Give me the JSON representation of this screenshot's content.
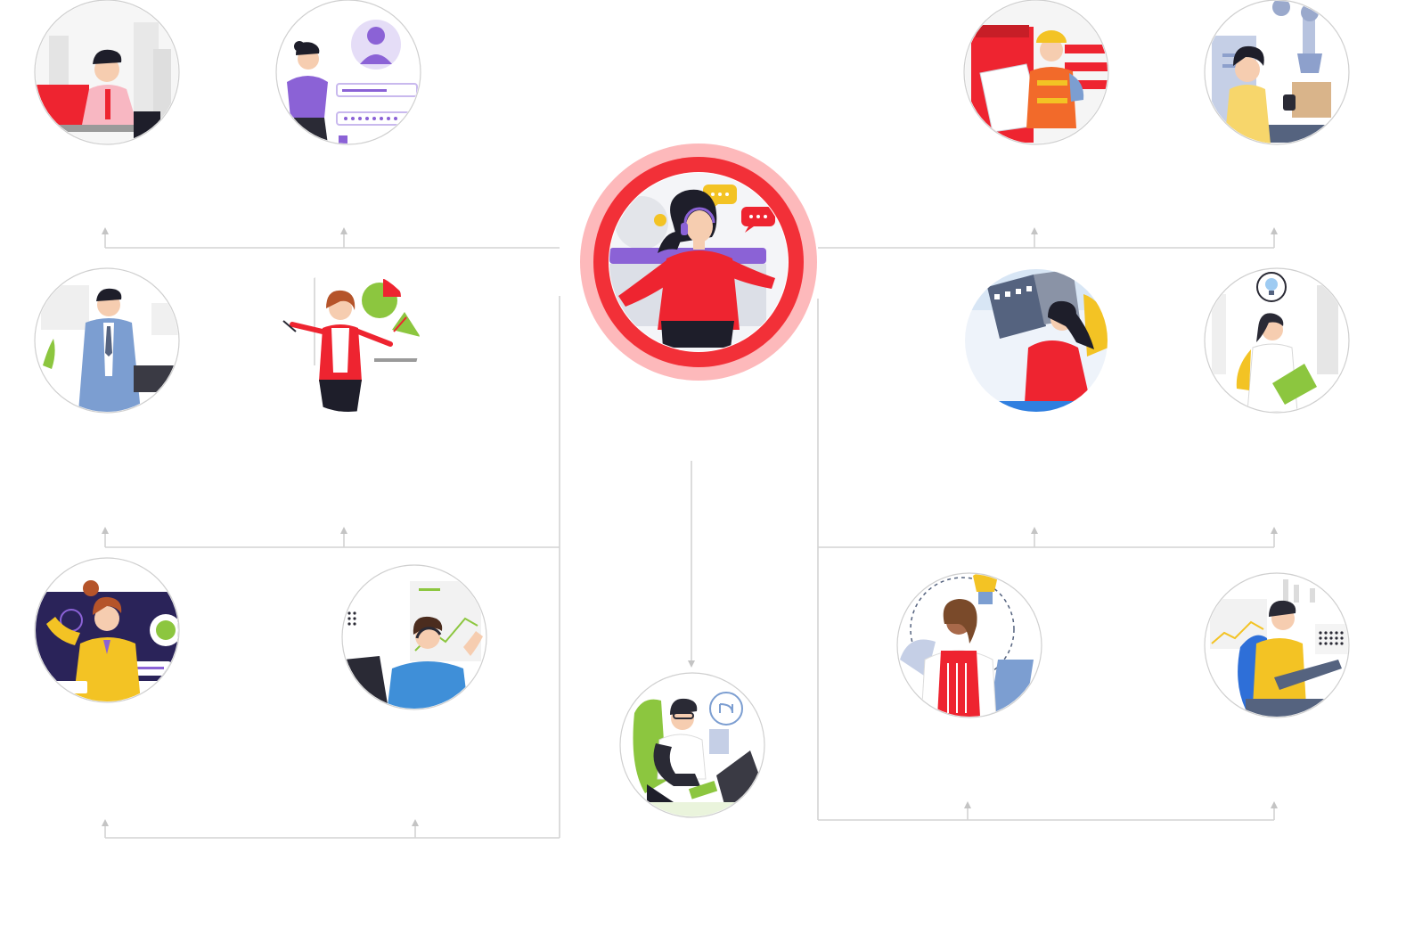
{
  "colors": {
    "connector": "#d4d4d4",
    "hub_ring_outer": "#fdb9bb",
    "hub_ring_inner": "#f23038",
    "accent_red": "#ee2430",
    "accent_purple": "#8b62d6",
    "accent_yellow": "#f3c324",
    "accent_green": "#8cc63f",
    "accent_blue": "#3f8fd8",
    "skin": "#f6cdb0",
    "hair": "#1e1e2a"
  },
  "hub": {
    "icon": "customer-support-agent-headset-icon"
  },
  "nodes": [
    {
      "id": "office-worker-desk",
      "icon": "office-worker-at-desk-icon"
    },
    {
      "id": "profile-form",
      "icon": "user-profile-form-icon"
    },
    {
      "id": "construction-worker",
      "icon": "construction-worker-blueprint-icon"
    },
    {
      "id": "warehouse-robot-arm",
      "icon": "warehouse-robotic-arm-icon"
    },
    {
      "id": "businessman-phone",
      "icon": "businessman-on-phone-icon"
    },
    {
      "id": "presenter-pie-chart",
      "icon": "presenter-pie-chart-icon"
    },
    {
      "id": "film-reel",
      "icon": "film-reel-media-icon"
    },
    {
      "id": "idea-clipboard",
      "icon": "idea-lightbulb-clipboard-icon"
    },
    {
      "id": "support-chat",
      "icon": "support-chat-bubble-icon"
    },
    {
      "id": "headset-analytics",
      "icon": "headset-analytics-icon"
    },
    {
      "id": "gamer-developer",
      "icon": "developer-gaming-chair-icon"
    },
    {
      "id": "designer-creative",
      "icon": "creative-designer-icon"
    },
    {
      "id": "data-analyst",
      "icon": "data-analyst-desk-icon"
    }
  ]
}
